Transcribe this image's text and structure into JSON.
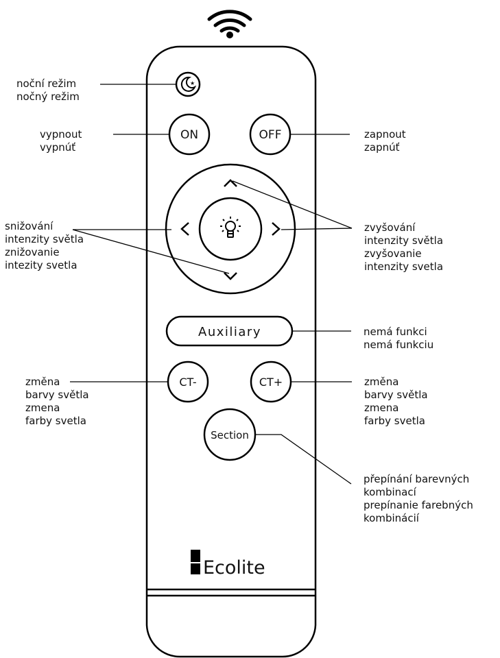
{
  "remote": {
    "buttons": {
      "on": "ON",
      "off": "OFF",
      "auxiliary": "Auxiliary",
      "ct_minus": "CT-",
      "ct_plus": "CT+",
      "section": "Section"
    },
    "brand": "Ecolite",
    "icons": [
      "wifi-icon",
      "moon-star-icon",
      "bulb-icon",
      "arrow-up-icon",
      "arrow-down-icon",
      "arrow-left-icon",
      "arrow-right-icon"
    ]
  },
  "labels": {
    "night_mode": [
      "noční režim",
      "nočný režim"
    ],
    "off_action": [
      "vypnout",
      "vypnúť"
    ],
    "on_action": [
      "zapnout",
      "zapnúť"
    ],
    "decrease": [
      "snižování",
      "intenzity světla",
      "znižovanie",
      "intezity svetla"
    ],
    "increase": [
      "zvyšování",
      "intenzity světla",
      "zvyšovanie",
      "intenzity svetla"
    ],
    "auxiliary": [
      "nemá funkci",
      "nemá funkciu"
    ],
    "color_change_left": [
      "změna",
      "barvy světla",
      "zmena",
      "farby svetla"
    ],
    "color_change_right": [
      "změna",
      "barvy světla",
      "zmena",
      "farby svetla"
    ],
    "section": [
      "přepínání barevných",
      "kombinací",
      "prepínanie farebných",
      "kombinácií"
    ]
  }
}
